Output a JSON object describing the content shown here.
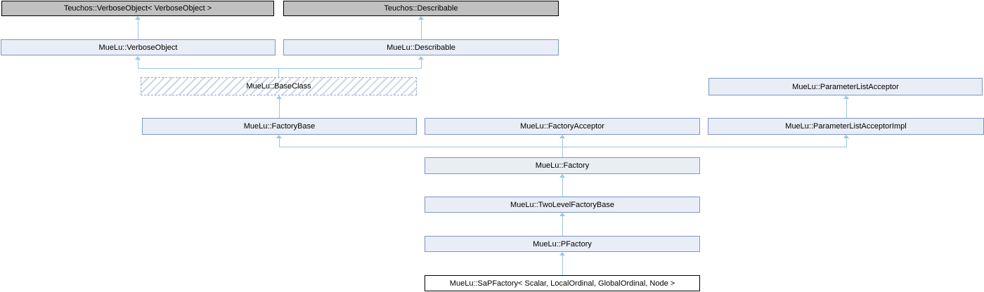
{
  "diagram": {
    "type": "class-inheritance-graph",
    "nodes": [
      {
        "id": "teuchos-verbose-object",
        "label": "Teuchos::VerboseObject< VerboseObject >",
        "style": "external"
      },
      {
        "id": "teuchos-describable",
        "label": "Teuchos::Describable",
        "style": "external"
      },
      {
        "id": "muelu-verbose-object",
        "label": "MueLu::VerboseObject",
        "style": "internal"
      },
      {
        "id": "muelu-describable",
        "label": "MueLu::Describable",
        "style": "internal"
      },
      {
        "id": "muelu-base-class",
        "label": "MueLu::BaseClass",
        "style": "virtual-hatched"
      },
      {
        "id": "muelu-parameter-list-acceptor",
        "label": "MueLu::ParameterListAcceptor",
        "style": "internal"
      },
      {
        "id": "muelu-factory-base",
        "label": "MueLu::FactoryBase",
        "style": "internal"
      },
      {
        "id": "muelu-factory-acceptor",
        "label": "MueLu::FactoryAcceptor",
        "style": "internal"
      },
      {
        "id": "muelu-parameter-list-acceptor-impl",
        "label": "MueLu::ParameterListAcceptorImpl",
        "style": "internal"
      },
      {
        "id": "muelu-factory",
        "label": "MueLu::Factory",
        "style": "internal"
      },
      {
        "id": "muelu-two-level-factory-base",
        "label": "MueLu::TwoLevelFactoryBase",
        "style": "internal"
      },
      {
        "id": "muelu-pfactory",
        "label": "MueLu::PFactory",
        "style": "internal"
      },
      {
        "id": "muelu-sapfactory",
        "label": "MueLu::SaPFactory< Scalar, LocalOrdinal, GlobalOrdinal, Node >",
        "style": "current"
      }
    ],
    "edges": [
      {
        "from": "muelu-verbose-object",
        "to": "teuchos-verbose-object"
      },
      {
        "from": "muelu-describable",
        "to": "teuchos-describable"
      },
      {
        "from": "muelu-base-class",
        "to": "muelu-verbose-object"
      },
      {
        "from": "muelu-base-class",
        "to": "muelu-describable"
      },
      {
        "from": "muelu-parameter-list-acceptor-impl",
        "to": "muelu-parameter-list-acceptor"
      },
      {
        "from": "muelu-factory-base",
        "to": "muelu-base-class"
      },
      {
        "from": "muelu-factory",
        "to": "muelu-factory-base"
      },
      {
        "from": "muelu-factory",
        "to": "muelu-factory-acceptor"
      },
      {
        "from": "muelu-factory",
        "to": "muelu-parameter-list-acceptor-impl"
      },
      {
        "from": "muelu-two-level-factory-base",
        "to": "muelu-factory"
      },
      {
        "from": "muelu-pfactory",
        "to": "muelu-two-level-factory-base"
      },
      {
        "from": "muelu-sapfactory",
        "to": "muelu-pfactory"
      }
    ],
    "colors": {
      "background": "#ffffff",
      "external_fill": "#c0c0c0",
      "external_border": "#000000",
      "internal_fill": "#e9edf6",
      "internal_border": "#7e96c4",
      "current_fill": "#ffffff",
      "current_border": "#000000",
      "virtual_hatch": "#ccd6ea",
      "virtual_border": "#96abd4",
      "edge_line": "#9cc6e6",
      "text": "#000000"
    }
  }
}
